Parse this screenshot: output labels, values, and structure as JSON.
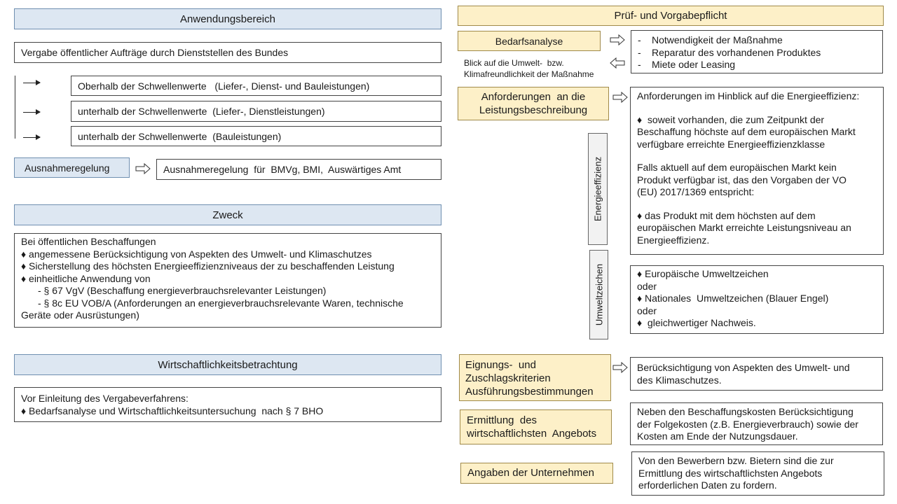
{
  "left": {
    "anwendungsbereich": {
      "header": "Anwendungsbereich",
      "vergabe": "Vergabe öffentlicher Aufträge durch Dienststellen des Bundes",
      "items": [
        "Oberhalb der Schwellenwerte   (Liefer-, Dienst- und Bauleistungen)",
        "unterhalb der Schwellenwerte  (Liefer-, Dienstleistungen)",
        "unterhalb der Schwellenwerte  (Bauleistungen)"
      ],
      "ausnahme_label": "Ausnahmeregelung",
      "ausnahme_text": "Ausnahmeregelung  für  BMVg, BMI,  Auswärtiges Amt"
    },
    "zweck": {
      "header": "Zweck",
      "lines": [
        "Bei öffentlichen Beschaffungen",
        "♦ angemessene Berücksichtigung von Aspekten des Umwelt- und Klimaschutzes",
        "♦ Sicherstellung des höchsten Energieeffizienzniveaus der zu beschaffenden Leistung",
        "♦ einheitliche Anwendung von",
        "- § 67 VgV (Beschaffung energieverbrauchsrelevanter Leistungen)",
        "- § 8c EU VOB/A (Anforderungen an energieverbrauchsrelevante Waren, technische",
        "Geräte oder Ausrüstungen)"
      ]
    },
    "wirtschaftlichkeit": {
      "header": "Wirtschaftlichkeitsbetrachtung",
      "lines": [
        "Vor Einleitung des Vergabeverfahrens:",
        "♦ Bedarfsanalyse und Wirtschaftlichkeitsuntersuchung  nach § 7 BHO"
      ]
    }
  },
  "right": {
    "header": "Prüf- und Vorgabepflicht",
    "bedarfsanalyse": {
      "label": "Bedarfsanalyse",
      "items": [
        "Notwendigkeit der Maßnahme",
        "Reparatur des vorhandenen Produktes",
        "Miete oder Leasing"
      ],
      "blick_line1": "Blick auf die Umwelt-  bzw.",
      "blick_line2": "Klimafreundlichkeit der Maßnahme"
    },
    "anforderungen": {
      "label_line1": "Anforderungen  an die",
      "label_line2": "Leistungsbeschreibung",
      "energie_label": "Energieeffizienz",
      "energie_lines": [
        "Anforderungen im Hinblick auf die Energieeffizienz:",
        "♦  soweit vorhanden, die zum Zeitpunkt der",
        "Beschaffung höchste auf dem europäischen Markt",
        "verfügbare erreichte Energieeffizienzklasse",
        "Falls aktuell auf dem europäischen Markt kein",
        "Produkt verfügbar ist, das den Vorgaben der VO",
        "(EU) 2017/1369 entspricht:",
        "♦ das Produkt mit dem höchsten auf dem",
        "europäischen Markt erreichte Leistungsniveau an",
        "Energieeffizienz."
      ],
      "umwelt_label": "Umweltzeichen",
      "umwelt_lines": [
        "♦ Europäische Umweltzeichen",
        "oder",
        "♦ Nationales  Umweltzeichen (Blauer Engel)",
        "oder",
        "♦  gleichwertiger Nachweis."
      ]
    },
    "eignung": {
      "label_lines": [
        "Eignungs-  und",
        "Zuschlagskriterien",
        "Ausführungsbestimmungen"
      ],
      "text_lines": [
        "Berücksichtigung von Aspekten des Umwelt- und",
        "des Klimaschutzes."
      ]
    },
    "ermittlung": {
      "label_lines": [
        "Ermittlung  des",
        "wirtschaftlichsten  Angebots"
      ],
      "text_lines": [
        "Neben den Beschaffungskosten Berücksichtigung",
        "der Folgekosten (z.B. Energieverbrauch) sowie der",
        "Kosten am Ende der Nutzungsdauer."
      ]
    },
    "angaben": {
      "label": "Angaben der Unternehmen",
      "text_lines": [
        "Von den Bewerbern bzw. Bietern sind die zur",
        "Ermittlung des wirtschaftlichsten Angebots",
        "erforderlichen Daten zu fordern."
      ]
    }
  }
}
